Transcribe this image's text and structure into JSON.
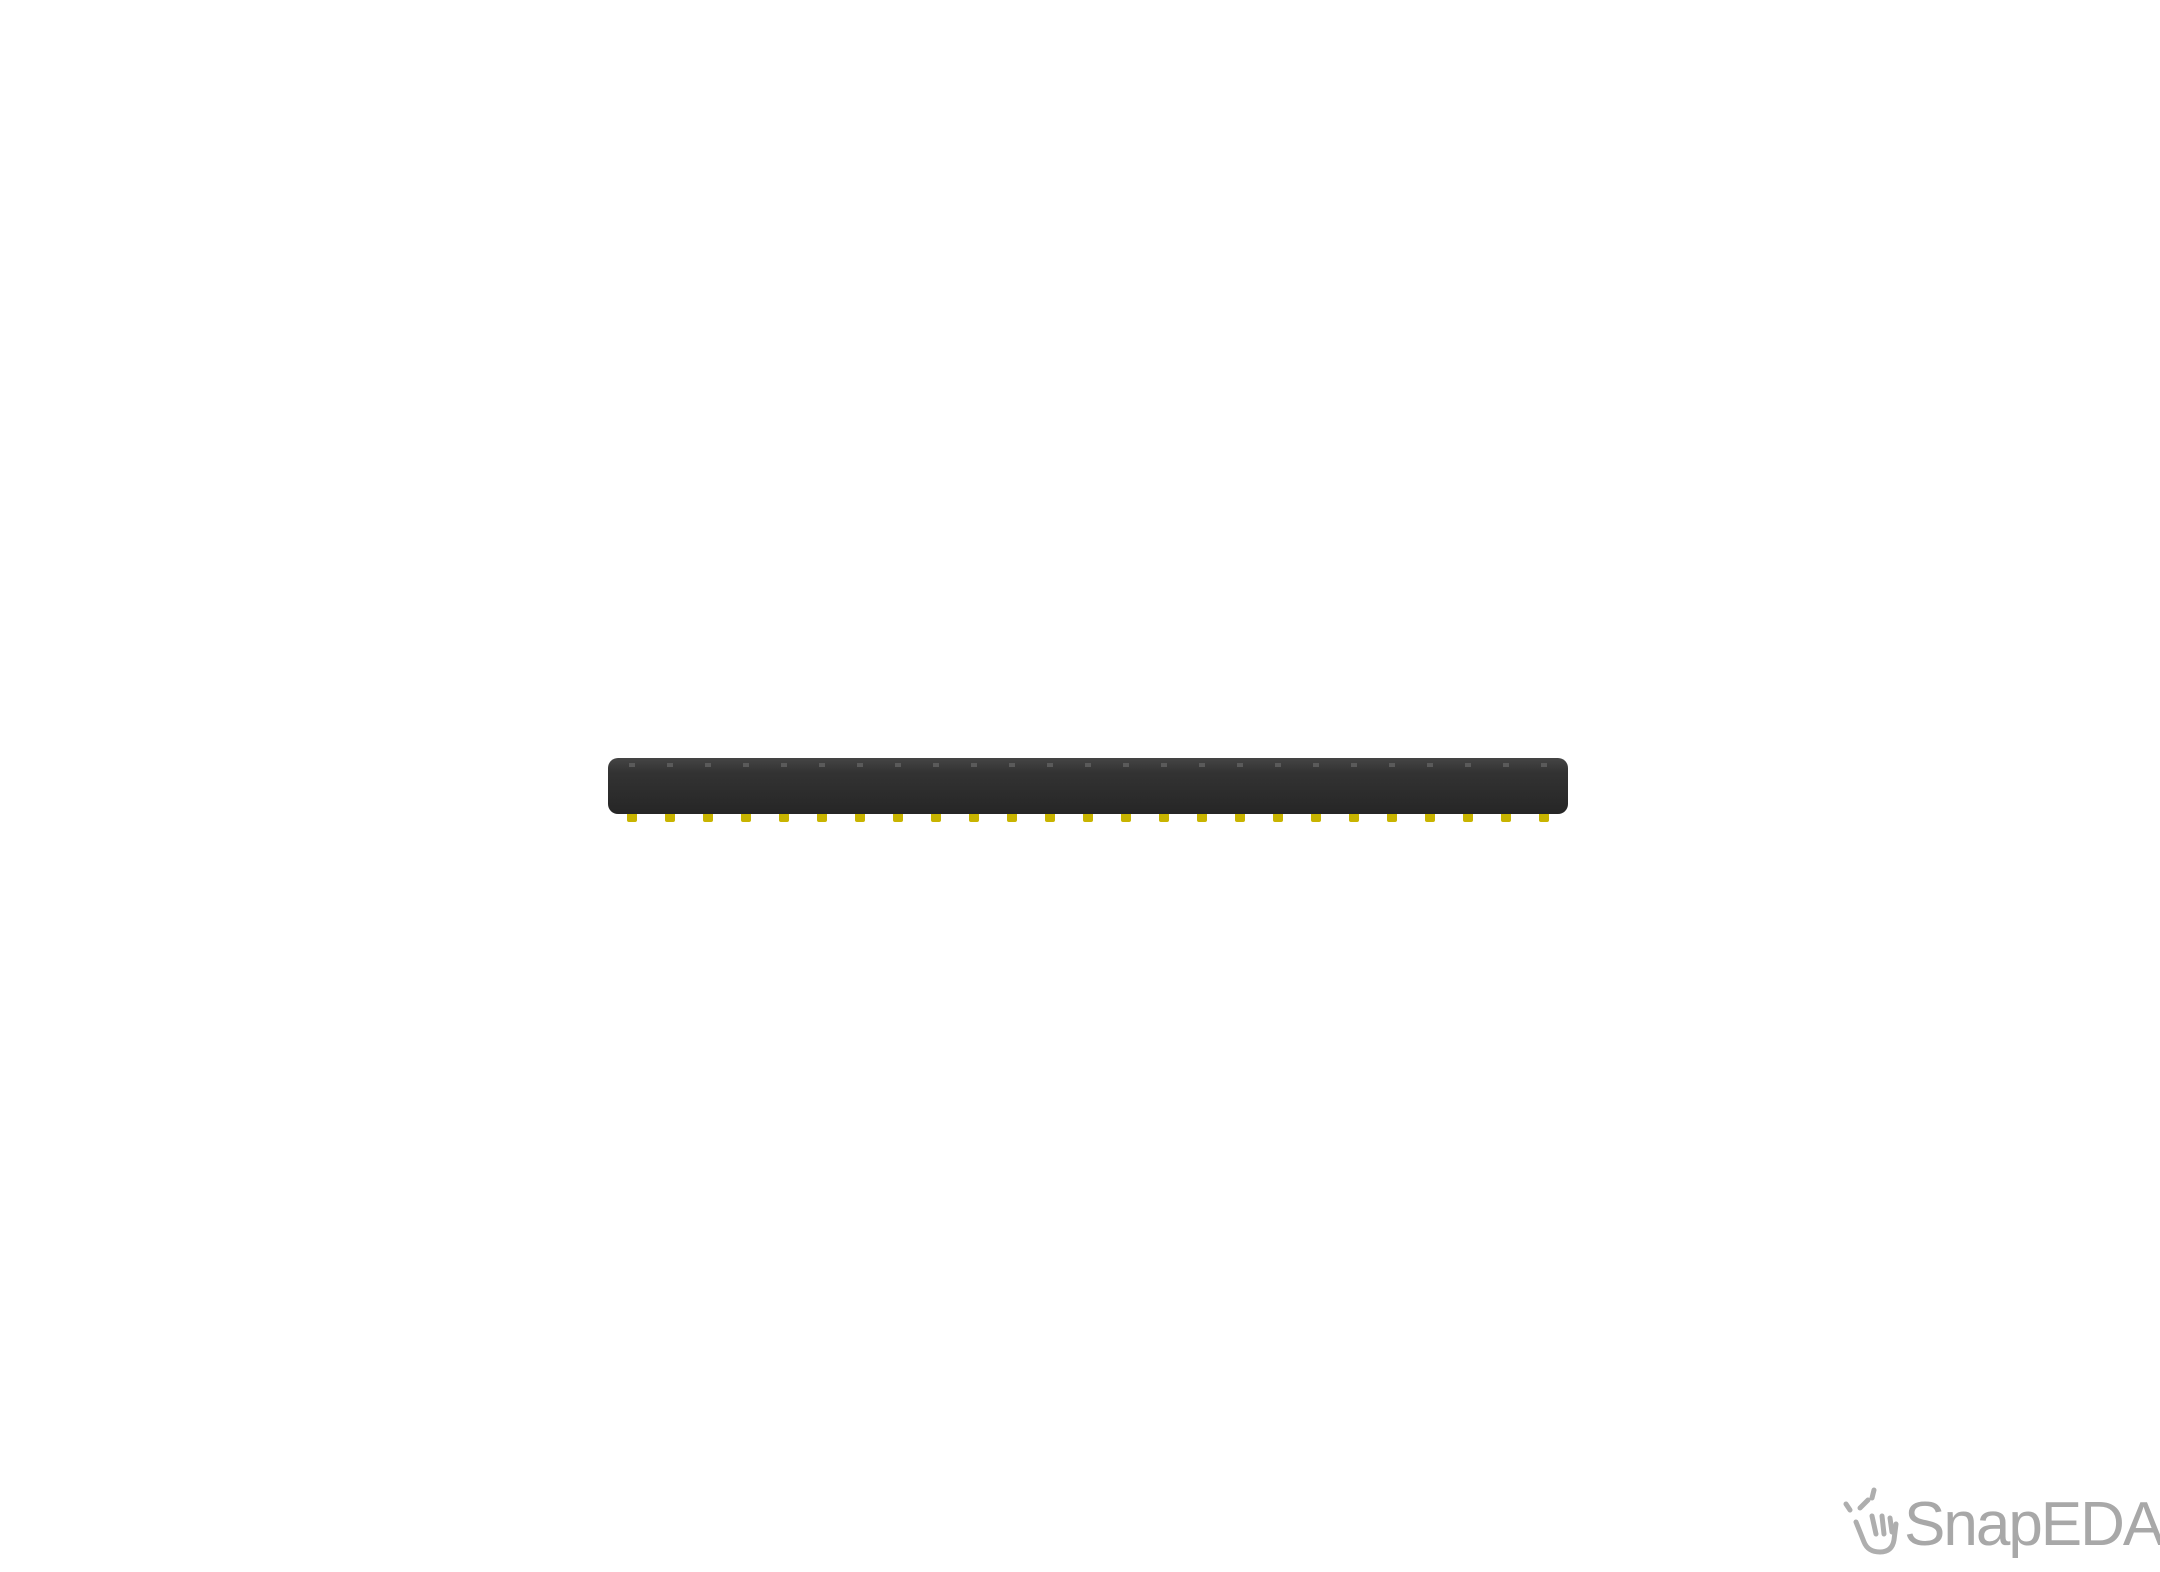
{
  "scene": {
    "background": "#ffffff",
    "component": {
      "kind": "single-row pin header, side view",
      "pin_count": 25,
      "body_color": "#2f2f2f",
      "body_top_color": "#3c3c3c",
      "pin_color": "#c8b400"
    }
  },
  "watermark": {
    "text": "SnapEDA",
    "icon": "hand-snap-icon",
    "color": "#9a9a9a"
  }
}
